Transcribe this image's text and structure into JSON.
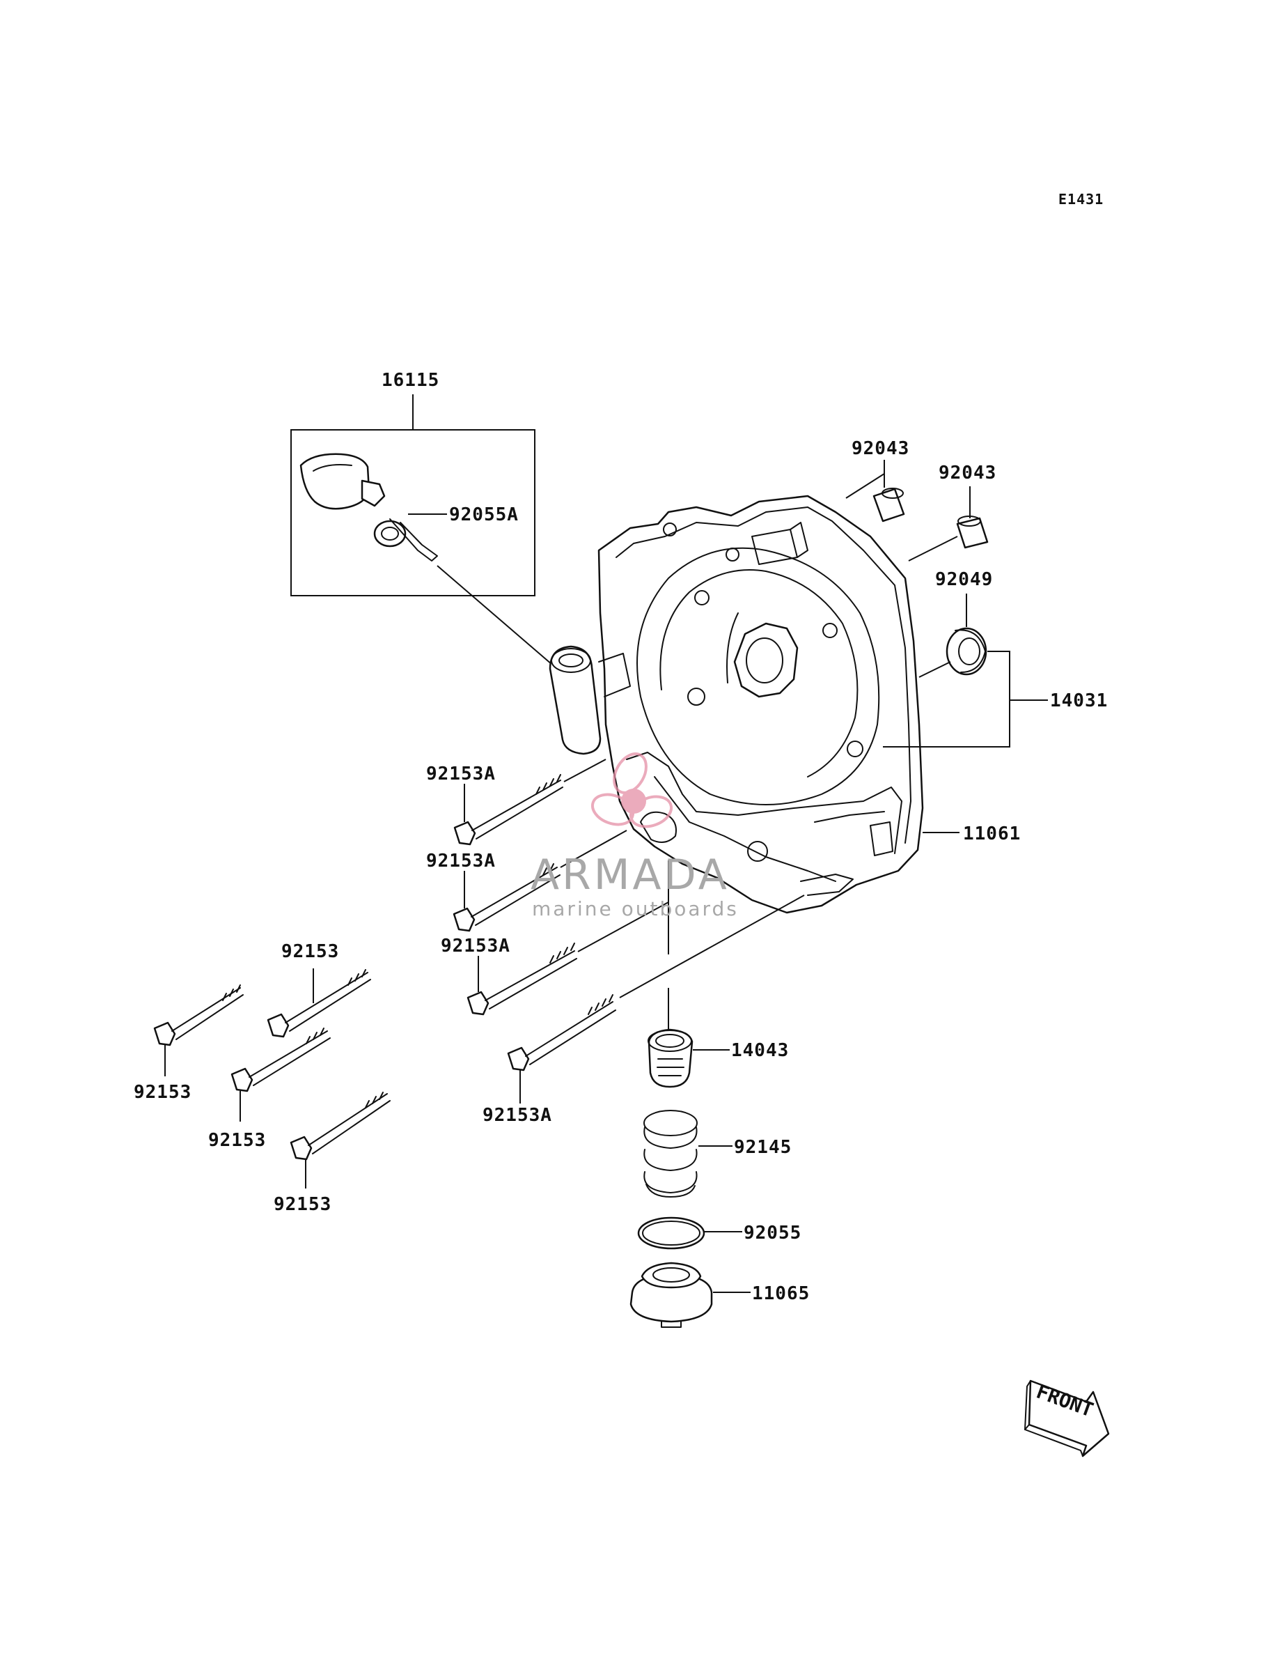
{
  "diagram_code": "E1431",
  "labels": {
    "p16115": "16115",
    "p92055A": "92055A",
    "p92043a": "92043",
    "p92043b": "92043",
    "p92049": "92049",
    "p14031": "14031",
    "p11061": "11061",
    "p92153A_1": "92153A",
    "p92153A_2": "92153A",
    "p92153A_3": "92153A",
    "p92153A_4": "92153A",
    "p92153_1": "92153",
    "p92153_2": "92153",
    "p92153_3": "92153",
    "p92153_4": "92153",
    "p14043": "14043",
    "p92145": "92145",
    "p92055": "92055",
    "p11065": "11065"
  },
  "watermark": {
    "brand": "ARMADA",
    "tagline": "marine outboards",
    "color": "#e58fa6"
  },
  "front_indicator": "FRONT"
}
